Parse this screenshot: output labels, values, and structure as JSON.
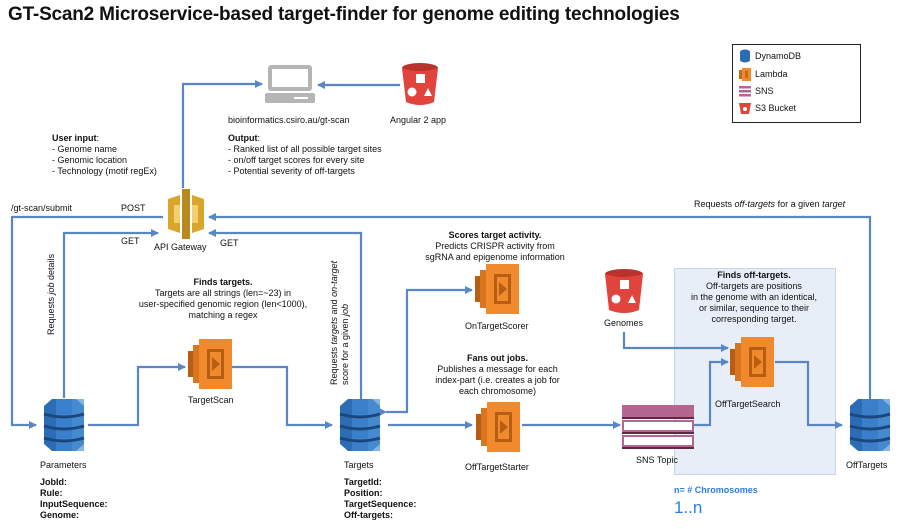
{
  "title": "GT-Scan2 Microservice-based target-finder for genome editing technologies",
  "legend": {
    "items": [
      {
        "icon": "dynamodb-icon",
        "label": "DynamoDB"
      },
      {
        "icon": "lambda-icon",
        "label": "Lambda"
      },
      {
        "icon": "sns-icon",
        "label": "SNS"
      },
      {
        "icon": "s3-bucket-icon",
        "label": "S3 Bucket"
      }
    ]
  },
  "nodes": {
    "web": {
      "label": "bioinformatics.csiro.au/gt-scan"
    },
    "angular": {
      "label": "Angular 2 app"
    },
    "api_gateway": {
      "label": "API Gateway"
    },
    "parameters": {
      "label": "Parameters",
      "fields": [
        "JobId:",
        "Rule:",
        "InputSequence:",
        "Genome:"
      ]
    },
    "targetscan": {
      "label": "TargetScan"
    },
    "targets": {
      "label": "Targets",
      "fields": [
        "TargetId:",
        "Position:",
        "TargetSequence:",
        "Off-targets:"
      ]
    },
    "ontargetscorer": {
      "label": "OnTargetScorer"
    },
    "offtargetstarter": {
      "label": "OffTargetStarter"
    },
    "sns_topic": {
      "label": "SNS Topic"
    },
    "genomes": {
      "label": "Genomes"
    },
    "offtargetsearch": {
      "label": "OffTargetSearch"
    },
    "offtargets": {
      "label": "OffTargets"
    }
  },
  "notes": {
    "user_input": {
      "heading": "User input",
      "lines": [
        "- Genome name",
        "- Genomic location",
        "- Technology (motif regEx)"
      ]
    },
    "output": {
      "heading": "Output",
      "lines": [
        "- Ranked list of all possible target sites",
        "- on/off target scores for every site",
        "- Potential severity of off-targets"
      ]
    },
    "finds_targets": {
      "heading": "Finds targets.",
      "lines": [
        "Targets are all strings (len=~23) in",
        "user-specified genomic region (len<1000),",
        "matching a regex"
      ]
    },
    "scores_target": {
      "heading": "Scores target activity.",
      "lines": [
        "Predicts CRISPR activity from",
        "sgRNA and epigenome information"
      ]
    },
    "fans_out": {
      "heading": "Fans out jobs.",
      "lines": [
        "Publishes a message for each",
        "index-part (i.e. creates a job for",
        "each chromosome)"
      ]
    },
    "finds_offtargets": {
      "heading": "Finds off-targets.",
      "lines": [
        "Off-targets are positions",
        "in the genome with an identical,",
        "or similar, sequence to their",
        "corresponding target."
      ]
    }
  },
  "edge_labels": {
    "submit_path": "/gt-scan/submit",
    "post": "POST",
    "get_left": "GET",
    "get_right": "GET",
    "requests_job_details": {
      "pre": "Requests ",
      "em": "job",
      "post": " details"
    },
    "requests_targets": {
      "l1_pre": "Requests ",
      "l1_em1": "targets",
      "l1_mid": " and ",
      "l1_em2": "on-target",
      "l2_pre": "score for a given ",
      "l2_em": "job"
    },
    "requests_offtargets": {
      "pre": "Requests ",
      "em1": "off-targets",
      "mid": " for a given ",
      "em2": "target"
    }
  },
  "chromosomes": {
    "caption": "n= # Chromosomes",
    "range": "1..n"
  },
  "colors": {
    "wire": "#5b86c5",
    "lambda": "#f08a2c",
    "dynamo": "#2b6cb5",
    "s3": "#e0443c",
    "sns": "#b5668f",
    "api": "#d9a52b"
  }
}
